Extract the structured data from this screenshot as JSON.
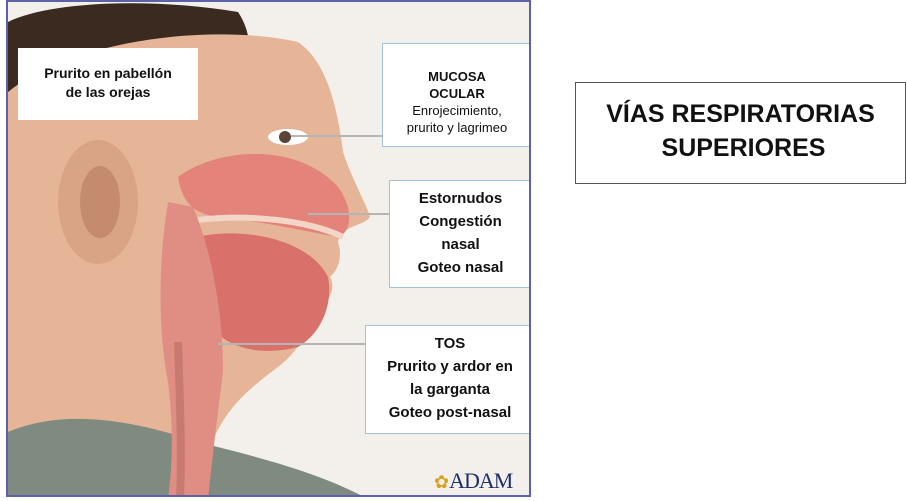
{
  "labels": {
    "ears": {
      "line1": "Prurito en pabellón",
      "line2": "de las orejas"
    },
    "eye": {
      "line1": "MUCOSA",
      "line2": "OCULAR",
      "line3": "Enrojecimiento,",
      "line4": "prurito y lagrimeo"
    },
    "nose": {
      "line1": "Estornudos",
      "line2": "Congestión",
      "line3": "nasal",
      "line4": "Goteo nasal"
    },
    "throat": {
      "line1": "TOS",
      "line2": "Prurito y ardor en",
      "line3": "la garganta",
      "line4": "Goteo post-nasal"
    }
  },
  "logo": {
    "text": "ADAM"
  },
  "title": {
    "line1": "VÍAS RESPIRATORIAS",
    "line2": "SUPERIORES"
  },
  "colors": {
    "frame": "#5b62a8",
    "label_border": "#9fc3dc",
    "tissue": "#e4837a",
    "skin": "#e6b597"
  }
}
